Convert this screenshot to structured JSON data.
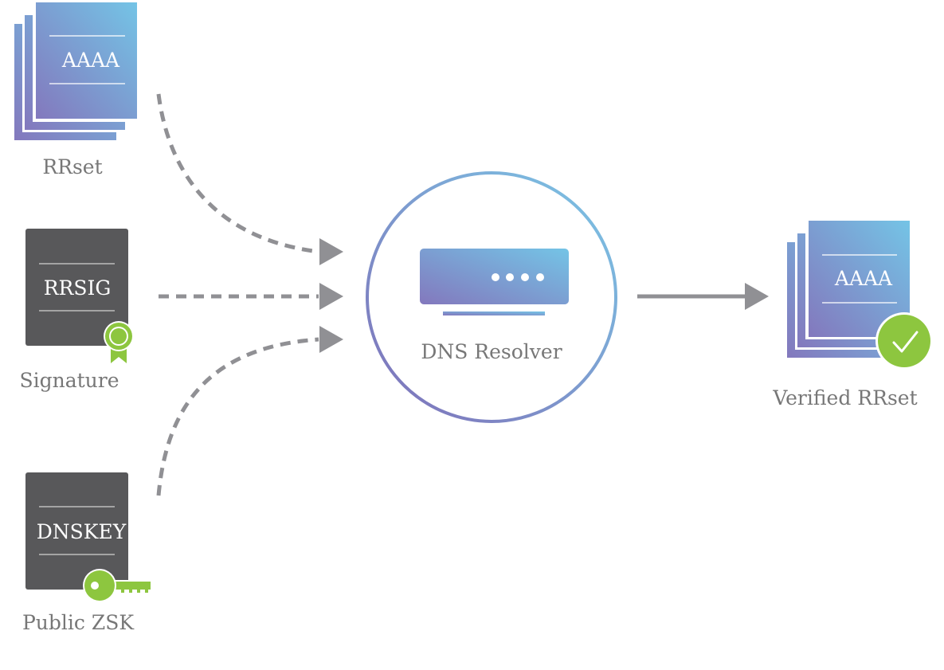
{
  "rrset": {
    "doc_text": "AAAA",
    "label": "RRset"
  },
  "signature": {
    "doc_text": "RRSIG",
    "label": "Signature"
  },
  "public_zsk": {
    "doc_text": "DNSKEY",
    "label": "Public ZSK"
  },
  "resolver": {
    "label": "DNS Resolver"
  },
  "verified": {
    "doc_text": "AAAA",
    "label": "Verified RRset"
  },
  "colors": {
    "gradient_start": "#8378bd",
    "gradient_end": "#74c4e6",
    "dark_doc": "#58585a",
    "accent_green": "#8dc63f",
    "arrow_gray": "#909094",
    "label_gray": "#777777"
  },
  "icons": [
    "document-stack-icon",
    "ribbon-badge-icon",
    "key-icon",
    "server-icon",
    "checkmark-icon"
  ]
}
